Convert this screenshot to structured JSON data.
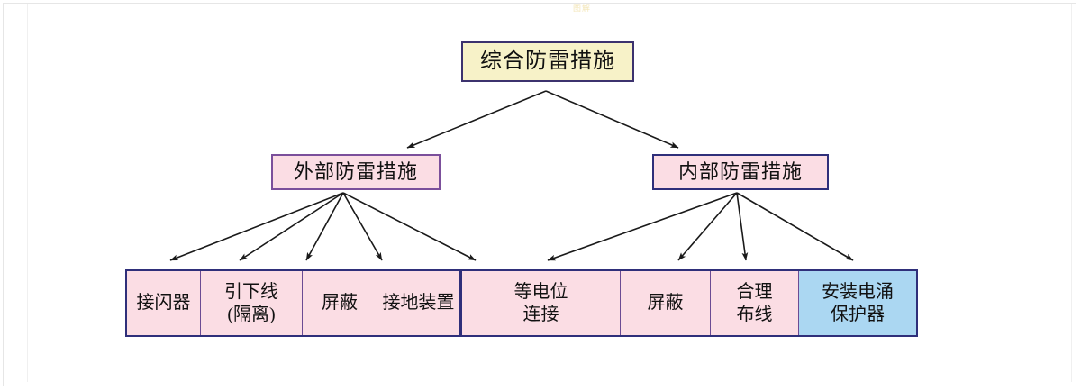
{
  "page": {
    "watermark": "图解"
  },
  "diagram": {
    "type": "tree",
    "orientation": "top-down",
    "root": {
      "label": "综合防雷措施",
      "fill": "#f7f2c8",
      "stroke": "#3c326e"
    },
    "branches": [
      {
        "id": "external",
        "label": "外部防雷措施",
        "fill": "#fbdde4",
        "stroke": "#7b4f9b",
        "children": [
          "接闪器",
          "引下线\n(隔离)",
          "屏蔽",
          "接地装置"
        ]
      },
      {
        "id": "internal",
        "label": "内部防雷措施",
        "fill": "#fbdde4",
        "stroke": "#2f2f7a",
        "children": [
          "等电位\n连接",
          "屏蔽",
          "合理\n布线",
          "安装电涌\n保护器"
        ]
      }
    ],
    "leaves": [
      {
        "label": "接闪器",
        "parent": "external",
        "fill": "#fbdde4"
      },
      {
        "label": "引下线\n(隔离)",
        "parent": "external",
        "fill": "#fbdde4"
      },
      {
        "label": "屏蔽",
        "parent": "external",
        "fill": "#fbdde4"
      },
      {
        "label": "接地装置",
        "parent": "external",
        "fill": "#fbdde4"
      },
      {
        "label": "等电位\n连接",
        "parent": "internal",
        "fill": "#fbdde4"
      },
      {
        "label": "屏蔽",
        "parent": "internal",
        "fill": "#fbdde4"
      },
      {
        "label": "合理\n布线",
        "parent": "internal",
        "fill": "#fbdde4"
      },
      {
        "label": "安装电涌\n保护器",
        "parent": "internal",
        "fill": "#abd7f2"
      }
    ],
    "edge_color": "#1a1a1a"
  }
}
